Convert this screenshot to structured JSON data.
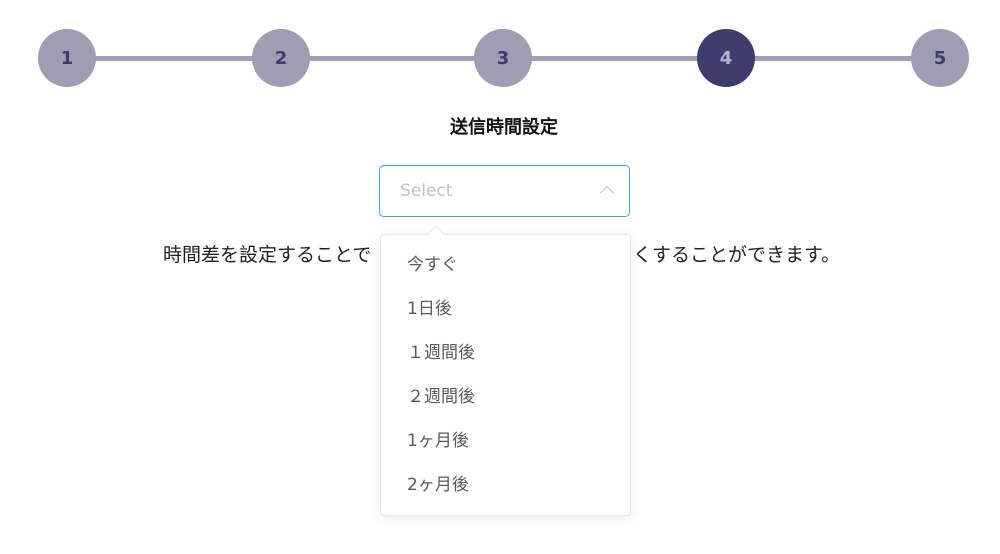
{
  "stepper": {
    "steps": [
      "1",
      "2",
      "3",
      "4",
      "5"
    ],
    "active_step": 4,
    "colors": {
      "inactive": "#9e9db2",
      "active": "#3e3d6e",
      "line": "#a09fb4"
    }
  },
  "title": "送信時間設定",
  "select": {
    "placeholder": "Select",
    "open": true,
    "options": [
      "今すぐ",
      "1日後",
      "１週間後",
      "２週間後",
      "1ヶ月後",
      "2ヶ月後"
    ]
  },
  "description": {
    "visible_left": "時間差を設定することで",
    "visible_right": "くすることができます。"
  }
}
